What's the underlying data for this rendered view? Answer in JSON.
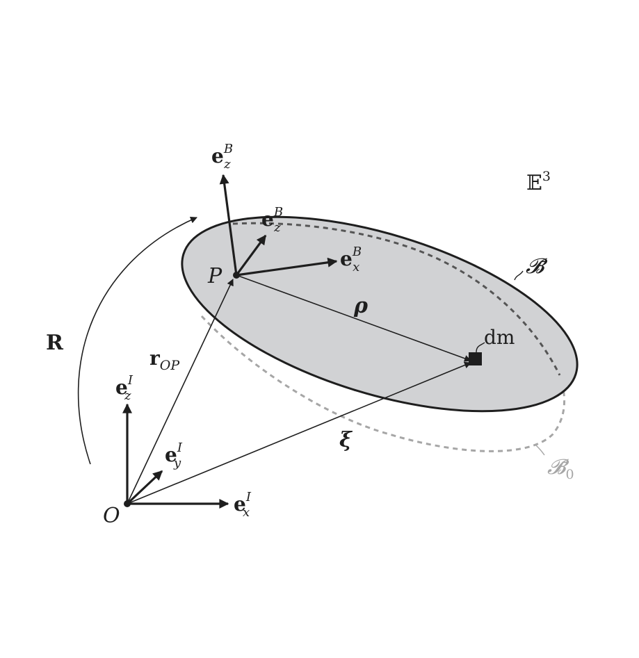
{
  "space_label": {
    "base": "𝔼",
    "sup": "3"
  },
  "body_label": "𝓑̄",
  "body0_label": {
    "base": "𝓑̄",
    "sub": "0"
  },
  "origin_label": "O",
  "point_label": "P",
  "mass_label": "dm",
  "rotation_label": "R",
  "rho_label": "ρ",
  "xi_label": "ξ",
  "r_op_label": {
    "base": "r",
    "sub": "OP"
  },
  "inertial_axes": {
    "x": {
      "base": "e",
      "sub": "x",
      "sup": "I"
    },
    "y": {
      "base": "e",
      "sub": "y",
      "sup": "I"
    },
    "z": {
      "base": "e",
      "sub": "z",
      "sup": "I"
    }
  },
  "body_axes": {
    "x": {
      "base": "e",
      "sub": "x",
      "sup": "B"
    },
    "y": {
      "base": "e",
      "sub": "z",
      "sup": "B"
    },
    "z": {
      "base": "e",
      "sub": "z",
      "sup": "B"
    }
  },
  "colors": {
    "body_fill": "#d1d2d4",
    "stroke": "#1e1e1e",
    "reference_dashed": "#a6a6a6",
    "hidden_dashed": "#555555"
  }
}
